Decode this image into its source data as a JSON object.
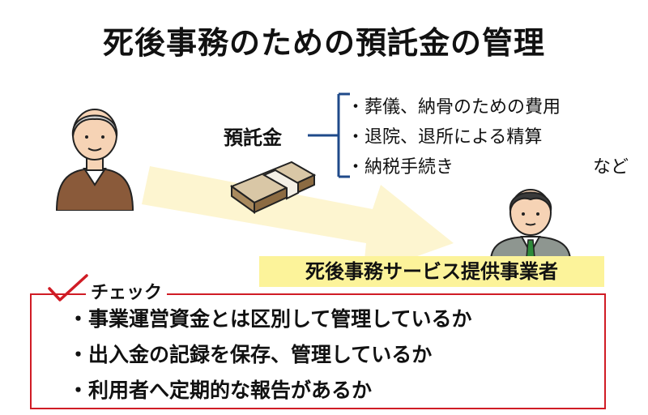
{
  "title": "死後事務のための預託金の管理",
  "deposit_label": "預託金",
  "fees": [
    "・葬儀、納骨のための費用",
    "・退院、退所による精算",
    "・納税手続き"
  ],
  "fees_suffix": "など",
  "provider_label": "死後事務サービス提供事業者",
  "check": {
    "title": "チェック",
    "items": [
      "・事業運営資金とは区別して管理しているか",
      "・出入金の記録を保存、管理しているか",
      "・利用者へ定期的な報告があるか"
    ]
  },
  "colors": {
    "accent_red": "#d01c25",
    "bracket_blue": "#1f4a8a",
    "highlight_yellow": "#fcf39a",
    "arrow_yellow": "#fdf5d0"
  }
}
